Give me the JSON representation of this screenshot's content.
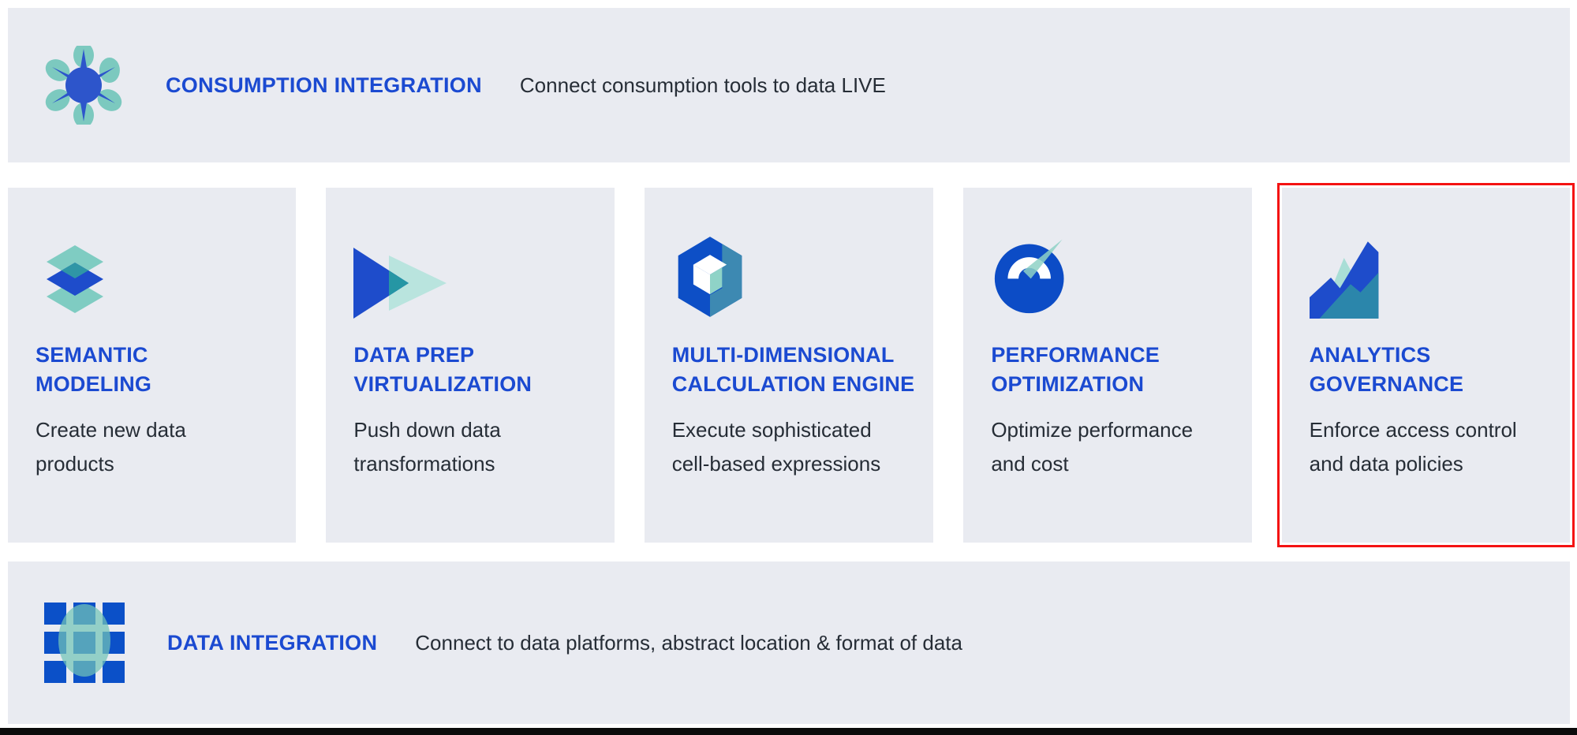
{
  "colors": {
    "panel_bg": "#e9ebf1",
    "title_blue": "#1b4ad1",
    "body_text": "#262d36",
    "icon_dark_blue": "#1e4ccb",
    "icon_deep_blue": "#0d4fc6",
    "icon_teal": "#7cc9bf",
    "icon_light_teal": "#b9e4de",
    "icon_overlap_teal": "#2596a4",
    "icon_steel_blue": "#3d89b2",
    "highlight_border": "#f41212",
    "bottom_edge_bar": "#0b0b0b"
  },
  "top_banner": {
    "icon": "hub-network-icon",
    "title": "CONSUMPTION INTEGRATION",
    "subtitle": "Connect consumption tools to data LIVE"
  },
  "cards": [
    {
      "icon": "layers-icon",
      "title": "SEMANTIC MODELING",
      "title_lines": [
        "SEMANTIC",
        "MODELING"
      ],
      "description": "Create new data products",
      "highlighted": false
    },
    {
      "icon": "play-triangles-icon",
      "title": "DATA PREP VIRTUALIZATION",
      "title_lines": [
        "DATA PREP",
        "VIRTUALIZATION"
      ],
      "description": "Push down data transformations",
      "highlighted": false
    },
    {
      "icon": "hexagon-cube-icon",
      "title": "MULTI-DIMENSIONAL CALCULATION ENGINE",
      "title_lines": [
        "MULTI-DIMENSIONAL",
        "CALCULATION ENGINE"
      ],
      "description": "Execute sophisticated cell-based expressions",
      "highlighted": false
    },
    {
      "icon": "gauge-icon",
      "title": "PERFORMANCE OPTIMIZATION",
      "title_lines": [
        "PERFORMANCE",
        "OPTIMIZATION"
      ],
      "description": "Optimize performance and cost",
      "highlighted": false
    },
    {
      "icon": "area-chart-icon",
      "title": "ANALYTICS GOVERNANCE",
      "title_lines": [
        "ANALYTICS",
        "GOVERNANCE"
      ],
      "description": "Enforce access control and data policies",
      "highlighted": true
    }
  ],
  "bottom_banner": {
    "icon": "grid-squares-icon",
    "title": "DATA INTEGRATION",
    "subtitle": "Connect to data platforms, abstract location & format of data"
  }
}
